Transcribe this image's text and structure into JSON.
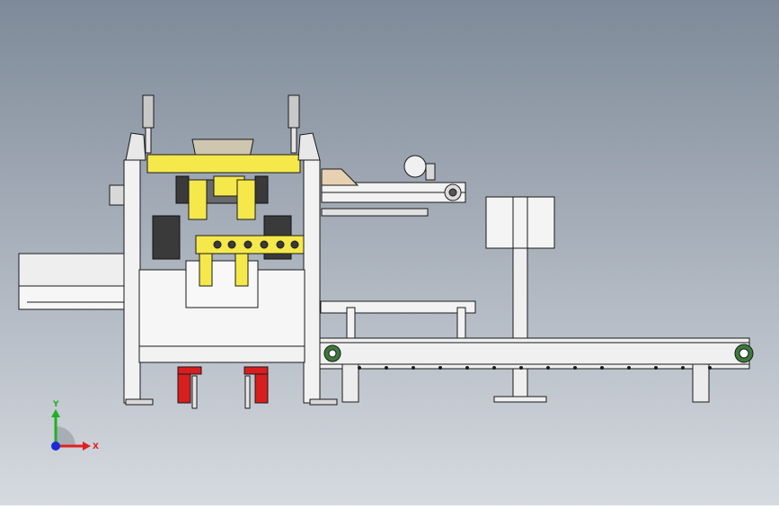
{
  "scene": {
    "background_top": "#7e8a99",
    "background_bottom": "#d6dae0",
    "colors": {
      "frame": "#f2f2f2",
      "outline": "#1a1a1a",
      "yellow_part": "#f5e84a",
      "red_part": "#d81e1e",
      "beige_part": "#e6d2b2",
      "cylinder": "#c8c8c8",
      "dark_part": "#3a3a3a",
      "green_bearing": "#3c7a3c"
    },
    "machine_name": "",
    "components": [
      "main-frame",
      "top-pneumatic-cylinders",
      "yellow-gripper-assembly",
      "hopper",
      "motor",
      "upper-linear-guide",
      "left-infeed-module",
      "belt-conveyor",
      "support-table",
      "vertical-post",
      "electrical-box",
      "red-base-brackets"
    ]
  },
  "triad": {
    "x_label": "X",
    "y_label": "Y",
    "x_color": "#e02020",
    "y_color": "#20b020",
    "origin_color": "#1a2bd8"
  }
}
